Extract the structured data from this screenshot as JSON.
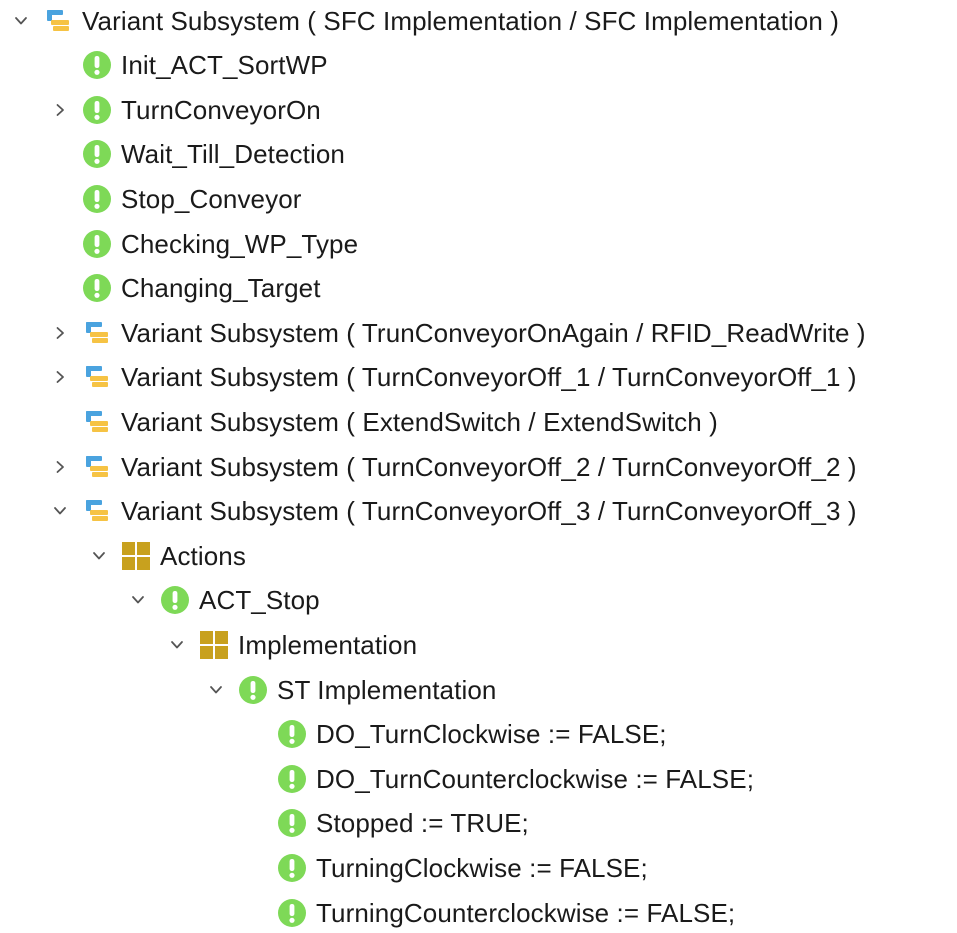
{
  "tree": {
    "root": {
      "label": "Variant Subsystem ( SFC Implementation / SFC Implementation )",
      "icon": "variant-subsystem-icon",
      "state": "expanded",
      "children": [
        {
          "label": "Init_ACT_SortWP",
          "icon": "status-ok-icon",
          "state": "leaf"
        },
        {
          "label": "TurnConveyorOn",
          "icon": "status-ok-icon",
          "state": "collapsed"
        },
        {
          "label": "Wait_Till_Detection",
          "icon": "status-ok-icon",
          "state": "leaf"
        },
        {
          "label": "Stop_Conveyor",
          "icon": "status-ok-icon",
          "state": "leaf"
        },
        {
          "label": "Checking_WP_Type",
          "icon": "status-ok-icon",
          "state": "leaf"
        },
        {
          "label": "Changing_Target",
          "icon": "status-ok-icon",
          "state": "leaf"
        },
        {
          "label": "Variant Subsystem ( TrunConveyorOnAgain / RFID_ReadWrite )",
          "icon": "variant-subsystem-icon",
          "state": "collapsed"
        },
        {
          "label": "Variant Subsystem ( TurnConveyorOff_1 / TurnConveyorOff_1 )",
          "icon": "variant-subsystem-icon",
          "state": "collapsed"
        },
        {
          "label": "Variant Subsystem ( ExtendSwitch / ExtendSwitch )",
          "icon": "variant-subsystem-icon",
          "state": "leaf"
        },
        {
          "label": "Variant Subsystem ( TurnConveyorOff_2 / TurnConveyorOff_2 )",
          "icon": "variant-subsystem-icon",
          "state": "collapsed"
        },
        {
          "label": "Variant Subsystem ( TurnConveyorOff_3 / TurnConveyorOff_3 )",
          "icon": "variant-subsystem-icon",
          "state": "expanded",
          "children": [
            {
              "label": "Actions",
              "icon": "folder-grid-icon",
              "state": "expanded",
              "children": [
                {
                  "label": "ACT_Stop",
                  "icon": "status-ok-icon",
                  "state": "expanded",
                  "children": [
                    {
                      "label": "Implementation",
                      "icon": "folder-grid-icon",
                      "state": "expanded",
                      "children": [
                        {
                          "label": "ST Implementation",
                          "icon": "status-ok-icon",
                          "state": "expanded",
                          "children": [
                            {
                              "label": "DO_TurnClockwise := FALSE;",
                              "icon": "status-ok-icon",
                              "state": "leaf"
                            },
                            {
                              "label": "DO_TurnCounterclockwise := FALSE;",
                              "icon": "status-ok-icon",
                              "state": "leaf"
                            },
                            {
                              "label": "Stopped := TRUE;",
                              "icon": "status-ok-icon",
                              "state": "leaf"
                            },
                            {
                              "label": "TurningClockwise := FALSE;",
                              "icon": "status-ok-icon",
                              "state": "leaf"
                            },
                            {
                              "label": "TurningCounterclockwise := FALSE;",
                              "icon": "status-ok-icon",
                              "state": "leaf"
                            }
                          ]
                        }
                      ]
                    }
                  ]
                }
              ]
            }
          ]
        }
      ]
    }
  },
  "colors": {
    "status_ok": "#7ed957",
    "status_ok_mark": "#ffffff",
    "variant_blue": "#4aa3df",
    "variant_yellow": "#f6c344",
    "folder_gold": "#c8a11e",
    "chevron": "#555555",
    "text": "#1a1a1a"
  }
}
